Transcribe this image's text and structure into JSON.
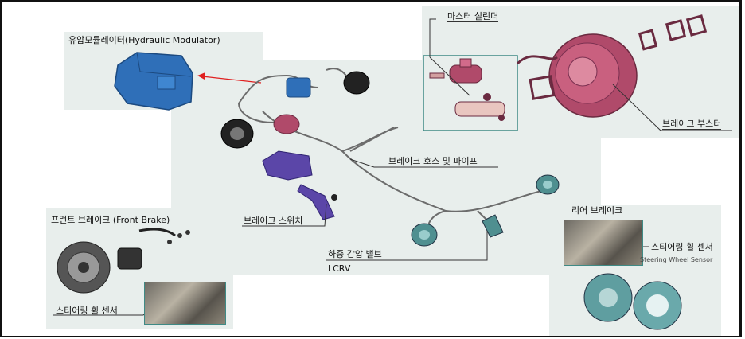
{
  "labels": {
    "hydraulic_modulator": "유압모듈레이터(Hydraulic Modulator)",
    "master_cylinder": "마스터 실린더",
    "brake_booster": "브레이크 부스터",
    "brake_hose_pipe": "브레이크 호스 및 파이프",
    "front_brake": "프런트 브레이크 (Front Brake)",
    "brake_switch": "브레이크 스위치",
    "load_sensing_valve": "하중 감압 밸브",
    "lcrv": "LCRV",
    "rear_brake": "리어 브레이크",
    "steering_wheel_sensor_rear": "스티어링 휠 센서",
    "steering_wheel_sensor_en": "Steering Wheel Sensor",
    "steering_wheel_sensor_front": "스티어링 휠 센서"
  },
  "colors": {
    "panel_bg": "#e8eeec",
    "accent_teal": "#3f8a85",
    "arrow_red": "#e02020",
    "booster": "#b04a6a",
    "modulator": "#2f6fb8",
    "pedal": "#5b46a8"
  }
}
